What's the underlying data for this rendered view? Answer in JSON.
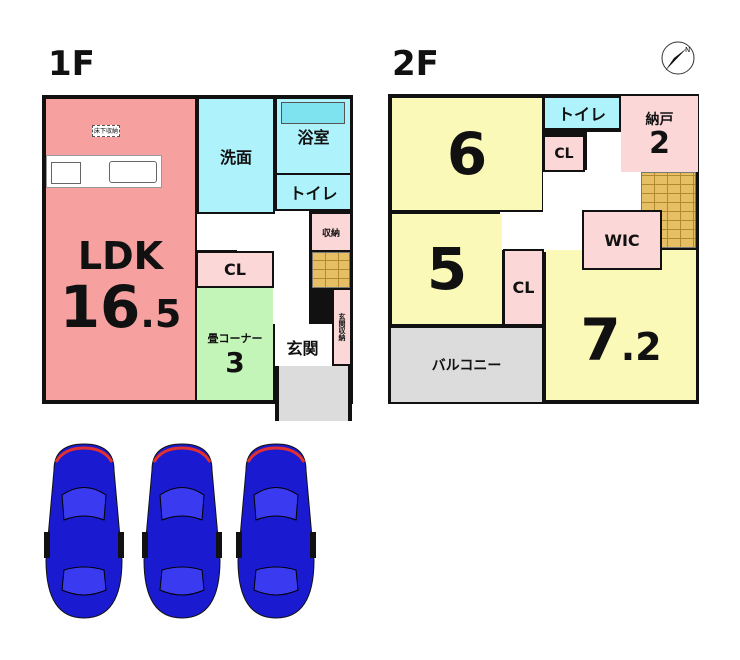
{
  "floor1": {
    "label": "1F",
    "ldk": {
      "name": "LDK",
      "size": "16",
      "size_decimal": ".5"
    },
    "underfloor_storage": "床下収納",
    "washroom": "洗面",
    "bath": "浴室",
    "toilet": "トイレ",
    "storage": "収納",
    "closet": "CL",
    "tatami": {
      "name": "畳コーナー",
      "size": "3"
    },
    "entrance": "玄関",
    "entrance_storage": "玄関収納"
  },
  "floor2": {
    "label": "2F",
    "room_6": "6",
    "room_5": "5",
    "room_72": {
      "size": "7",
      "size_decimal": ".2"
    },
    "toilet": "トイレ",
    "closet_a": "CL",
    "closet_b": "CL",
    "storeroom": {
      "name": "納戸",
      "size": "2"
    },
    "wic": "WIC",
    "balcony": "バルコニー"
  },
  "parking": {
    "cars": 3,
    "car_color": "#1a1ad0"
  },
  "colors": {
    "ldk": "#f7a0a0",
    "wet": "#aef3fb",
    "bedroom": "#fbf9b8",
    "tatami": "#c4f5b8",
    "storage": "#fbd7d7"
  }
}
